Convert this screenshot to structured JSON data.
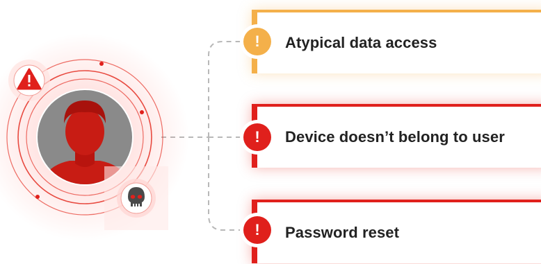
{
  "alerts": [
    {
      "label": "Atypical data access",
      "severity": "warning",
      "icon": "exclamation-icon",
      "badge_symbol": "!"
    },
    {
      "label": "Device doesn’t belong to user",
      "severity": "critical",
      "icon": "exclamation-icon",
      "badge_symbol": "!"
    },
    {
      "label": "Password reset",
      "severity": "critical",
      "icon": "exclamation-icon",
      "badge_symbol": "!"
    }
  ],
  "user_node": {
    "icon": "user-silhouette-icon",
    "threat_icon": "skull-icon",
    "warning_icon": "warning-triangle-icon"
  },
  "colors": {
    "critical": "#e0201c",
    "warning": "#f4b04a",
    "connector": "#b8b8b8",
    "avatar_bg": "#8a8a8a"
  }
}
